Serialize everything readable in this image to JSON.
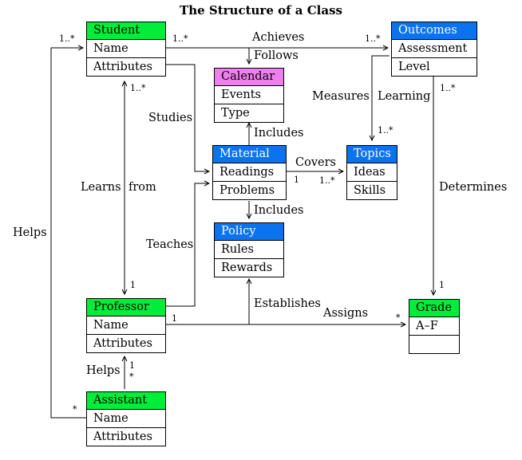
{
  "title": "The Structure of a Class",
  "classes": {
    "student": {
      "name": "Student",
      "rows": [
        "Name",
        "Attributes"
      ]
    },
    "calendar": {
      "name": "Calendar",
      "rows": [
        "Events",
        "Type"
      ]
    },
    "outcomes": {
      "name": "Outcomes",
      "rows": [
        "Assessment",
        "Level"
      ]
    },
    "material": {
      "name": "Material",
      "rows": [
        "Readings",
        "Problems"
      ]
    },
    "topics": {
      "name": "Topics",
      "rows": [
        "Ideas",
        "Skills"
      ]
    },
    "policy": {
      "name": "Policy",
      "rows": [
        "Rules",
        "Rewards"
      ]
    },
    "professor": {
      "name": "Professor",
      "rows": [
        "Name",
        "Attributes"
      ]
    },
    "grade": {
      "name": "Grade",
      "rows": [
        "A–F",
        ""
      ]
    },
    "assistant": {
      "name": "Assistant",
      "rows": [
        "Name",
        "Attributes"
      ]
    }
  },
  "relations": {
    "achieves": "Achieves",
    "follows": "Follows",
    "includes_top": "Includes",
    "includes_bottom": "Includes",
    "covers": "Covers",
    "measures": "Measures",
    "learning": "Learning",
    "studies": "Studies",
    "learns": "Learns",
    "from": "from",
    "teaches": "Teaches",
    "determines": "Determines",
    "establishes": "Establishes",
    "assigns": "Assigns",
    "helps_left": "Helps",
    "helps_bottom": "Helps"
  },
  "multiplicities": {
    "student_helps": "1..*",
    "student_achieves": "1..*",
    "outcomes_achieves": "1..*",
    "student_learns": "1..*",
    "topics_learning": "1..*",
    "outcomes_determines": "1..*",
    "covers_material": "1",
    "covers_topics": "1..*",
    "professor_learns": "1",
    "grade_determines": "1",
    "professor_assigns": "1",
    "grade_assigns": "*",
    "prof_helps_1": "1",
    "prof_helps_star": "*",
    "assistant_helps": "*"
  },
  "colors": {
    "green_header": "#00ee3a",
    "blue_header": "#0a73f0",
    "pink_header": "#ee80ee"
  }
}
